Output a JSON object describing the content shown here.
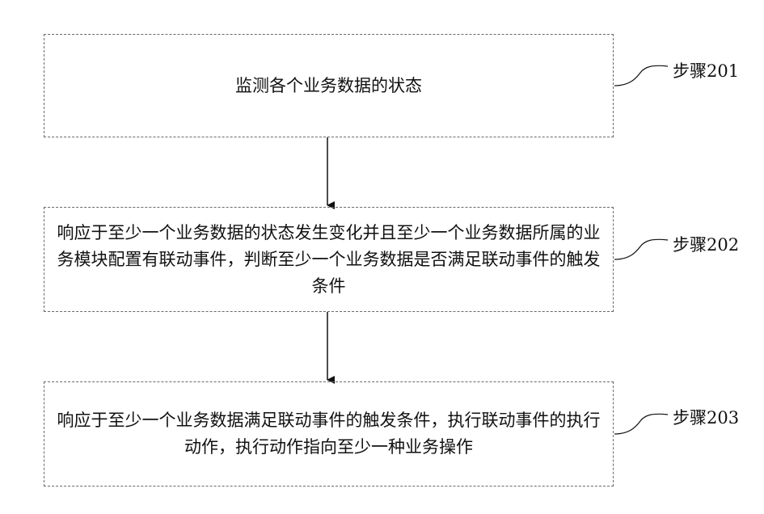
{
  "steps": [
    {
      "text": "监测各个业务数据的状态",
      "label": "步骤201"
    },
    {
      "text": "响应于至少一个业务数据的状态发生变化并且至少一个业务数据所属的业务模块配置有联动事件，判断至少一个业务数据是否满足联动事件的触发条件",
      "label": "步骤202"
    },
    {
      "text": "响应于至少一个业务数据满足联动事件的触发条件，执行联动事件的执行动作，执行动作指向至少一种业务操作",
      "label": "步骤203"
    }
  ]
}
